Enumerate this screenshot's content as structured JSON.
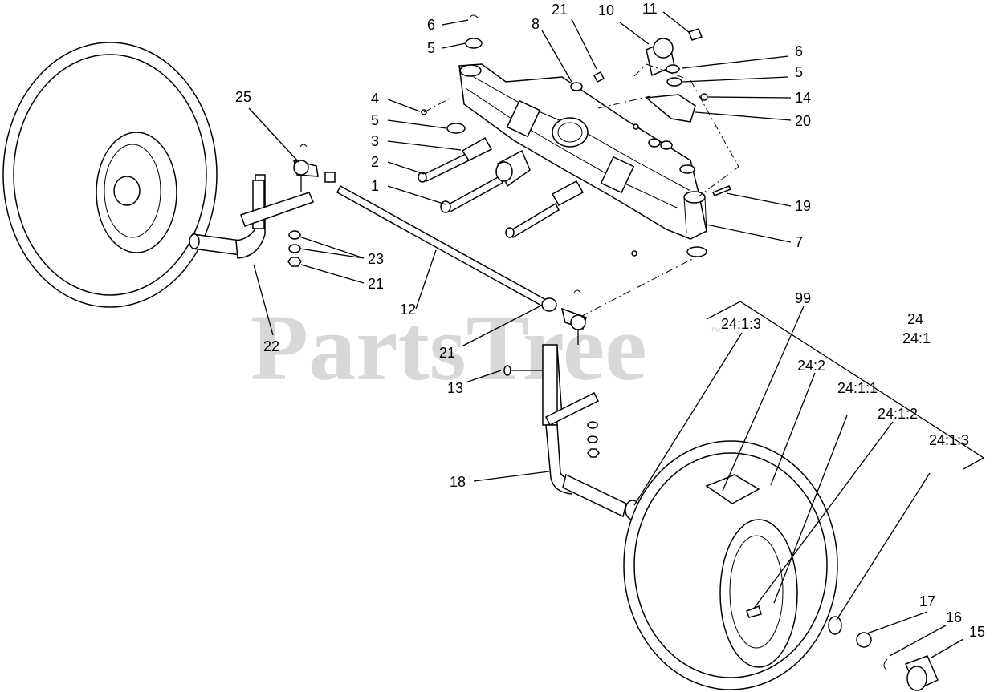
{
  "watermark": {
    "text": "PartsTree",
    "trademark": "™"
  },
  "callouts": [
    {
      "id": "c6a",
      "text": "6"
    },
    {
      "id": "c5a",
      "text": "5"
    },
    {
      "id": "c8",
      "text": "8"
    },
    {
      "id": "c21a",
      "text": "21"
    },
    {
      "id": "c10",
      "text": "10"
    },
    {
      "id": "c11",
      "text": "11"
    },
    {
      "id": "c6b",
      "text": "6"
    },
    {
      "id": "c5b",
      "text": "5"
    },
    {
      "id": "c14",
      "text": "14"
    },
    {
      "id": "c20",
      "text": "20"
    },
    {
      "id": "c4",
      "text": "4"
    },
    {
      "id": "c5c",
      "text": "5"
    },
    {
      "id": "c3",
      "text": "3"
    },
    {
      "id": "c2",
      "text": "2"
    },
    {
      "id": "c1",
      "text": "1"
    },
    {
      "id": "c25",
      "text": "25"
    },
    {
      "id": "c19",
      "text": "19"
    },
    {
      "id": "c7",
      "text": "7"
    },
    {
      "id": "c23",
      "text": "23"
    },
    {
      "id": "c21b",
      "text": "21"
    },
    {
      "id": "c22",
      "text": "22"
    },
    {
      "id": "c12",
      "text": "12"
    },
    {
      "id": "c99",
      "text": "99"
    },
    {
      "id": "c21c",
      "text": "21"
    },
    {
      "id": "c2413a",
      "text": "24:1:3"
    },
    {
      "id": "c24",
      "text": "24"
    },
    {
      "id": "c241",
      "text": "24:1"
    },
    {
      "id": "c242",
      "text": "24:2"
    },
    {
      "id": "c2411",
      "text": "24:1:1"
    },
    {
      "id": "c2412",
      "text": "24:1:2"
    },
    {
      "id": "c13",
      "text": "13"
    },
    {
      "id": "c2413b",
      "text": "24:1:3"
    },
    {
      "id": "c18",
      "text": "18"
    },
    {
      "id": "c17",
      "text": "17"
    },
    {
      "id": "c16",
      "text": "16"
    },
    {
      "id": "c15",
      "text": "15"
    }
  ]
}
